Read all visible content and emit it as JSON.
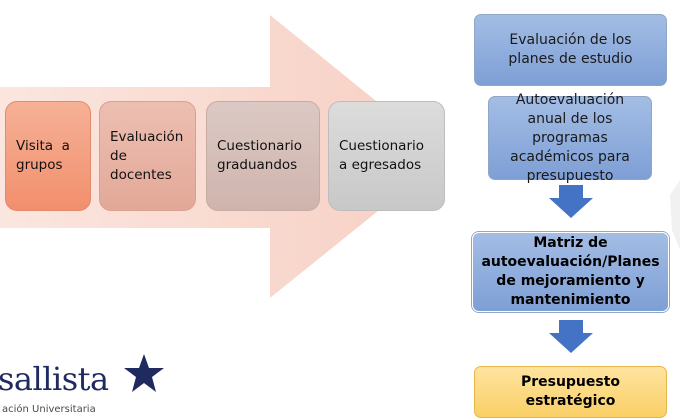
{
  "process": {
    "steps": [
      {
        "label": "Visita  a grupos",
        "color": "#f4a384"
      },
      {
        "label": "Evaluación de docentes",
        "color": "#e8b4a4"
      },
      {
        "label": "Cuestionario graduandos",
        "color": "#d6c2bd"
      },
      {
        "label": "Cuestionario a egresados",
        "color": "#d2d2d2"
      }
    ],
    "arrow_color": "#f8d7cf"
  },
  "flow": {
    "box1": "Evaluación de los planes de estudio",
    "box2": "Autoevaluación anual de los programas académicos para presupuesto",
    "box3": "Matriz de autoevaluación/Planes de mejoramiento y mantenimiento",
    "box4": "Presupuesto estratégico",
    "box_color": "#8fadde",
    "highlight_color": "#fbd67a"
  },
  "logo": {
    "name": "sallista",
    "subtitle": "ación Universitaria"
  }
}
